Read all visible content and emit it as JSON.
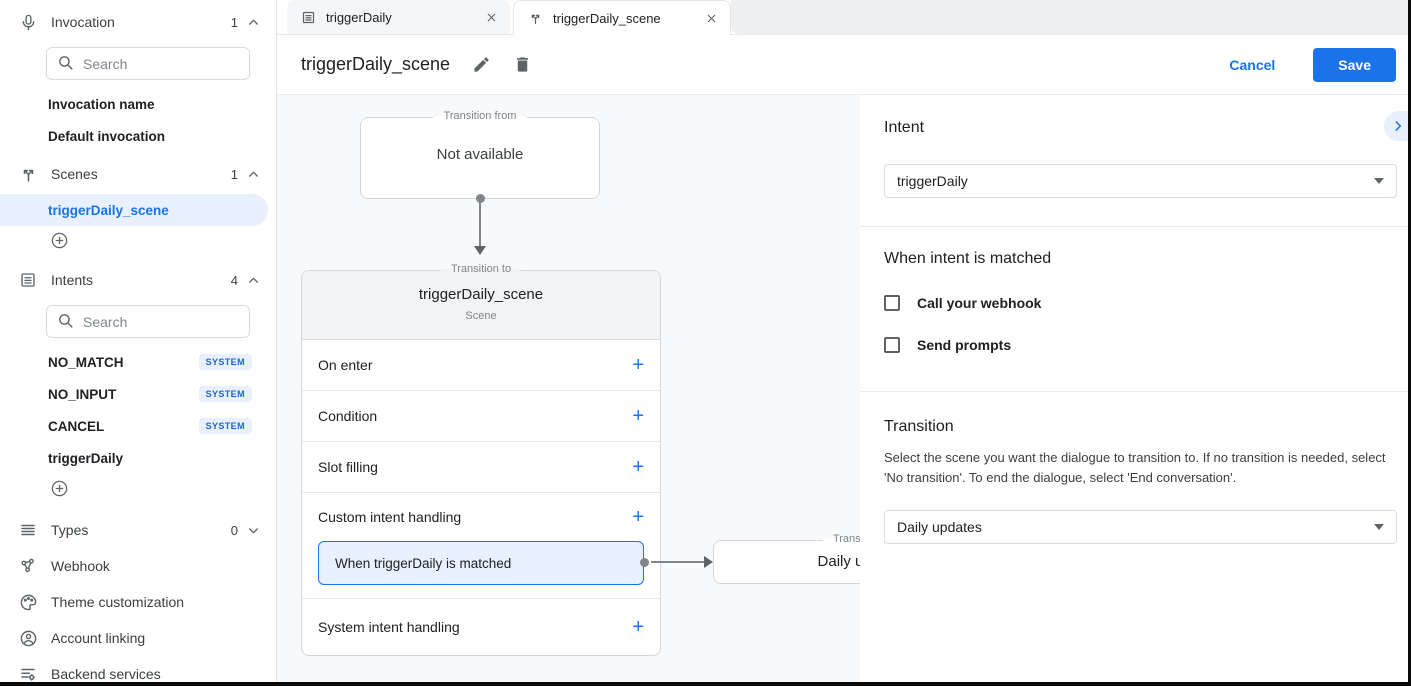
{
  "colors": {
    "accent": "#1a73e8",
    "selected_bg": "#e8f0fe",
    "badge_text": "#1967d2",
    "canvas_bg": "#f8f9fa",
    "save_button_bg": "#1a73e8"
  },
  "sidebar": {
    "invocation": {
      "label": "Invocation",
      "count": "1",
      "search_placeholder": "Search",
      "items": [
        "Invocation name",
        "Default invocation"
      ]
    },
    "scenes": {
      "label": "Scenes",
      "count": "1",
      "items": [
        {
          "label": "triggerDaily_scene",
          "selected": true
        }
      ]
    },
    "intents": {
      "label": "Intents",
      "count": "4",
      "search_placeholder": "Search",
      "items": [
        {
          "label": "NO_MATCH",
          "badge": "SYSTEM"
        },
        {
          "label": "NO_INPUT",
          "badge": "SYSTEM"
        },
        {
          "label": "CANCEL",
          "badge": "SYSTEM"
        },
        {
          "label": "triggerDaily",
          "badge": ""
        }
      ]
    },
    "types": {
      "label": "Types",
      "count": "0"
    },
    "links": [
      {
        "label": "Webhook"
      },
      {
        "label": "Theme customization"
      },
      {
        "label": "Account linking"
      },
      {
        "label": "Backend services"
      }
    ]
  },
  "tabs": [
    {
      "label": "triggerDaily",
      "icon": "intent-icon",
      "active": false
    },
    {
      "label": "triggerDaily_scene",
      "icon": "scene-icon",
      "active": true
    }
  ],
  "header": {
    "title": "triggerDaily_scene",
    "cancel_label": "Cancel",
    "save_label": "Save"
  },
  "canvas": {
    "transition_from": {
      "legend": "Transition from",
      "text": "Not available"
    },
    "scene_card": {
      "legend": "Transition to",
      "title": "triggerDaily_scene",
      "subtitle": "Scene",
      "add_label": "+",
      "rows": [
        "On enter",
        "Condition",
        "Slot filling",
        "Custom intent handling",
        "System intent handling"
      ],
      "matched_item": "When triggerDaily is matched"
    },
    "target_card": {
      "legend": "Transition to",
      "text": "Daily updates"
    }
  },
  "panel": {
    "intent": {
      "heading": "Intent",
      "value": "triggerDaily"
    },
    "matched": {
      "heading": "When intent is matched",
      "checkboxes": [
        {
          "label": "Call your webhook",
          "checked": false
        },
        {
          "label": "Send prompts",
          "checked": false
        }
      ]
    },
    "transition": {
      "heading": "Transition",
      "description": "Select the scene you want the dialogue to transition to. If no transition is needed, select 'No transition'. To end the dialogue, select 'End conversation'.",
      "value": "Daily updates"
    }
  }
}
